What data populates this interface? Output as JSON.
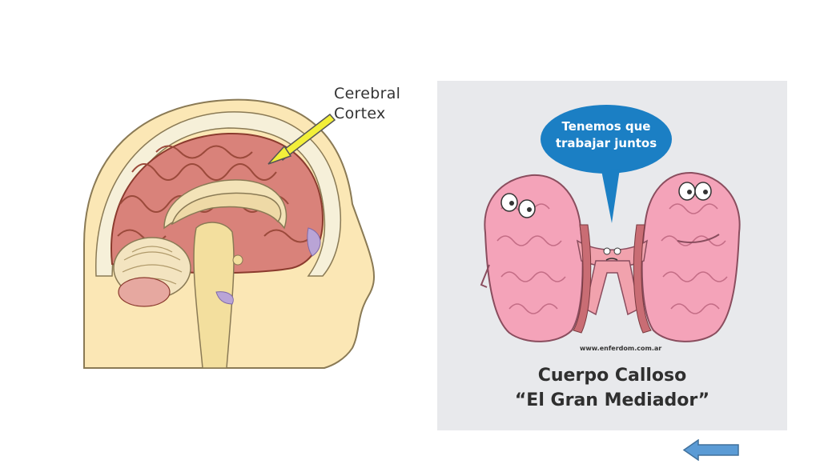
{
  "left_figure": {
    "label": "Cerebral\nCortex"
  },
  "right_figure": {
    "bubble_text": "Tenemos que\ntrabajar juntos",
    "credit": "www.enferdom.com.ar",
    "caption_line1": "Cuerpo Calloso",
    "caption_line2": "“El Gran Mediador”"
  },
  "colors": {
    "panel_bg": "#e8e9ec",
    "bubble": "#1b7fc4",
    "brain_pink": "#f4a3b9",
    "cortex_red": "#d9827a",
    "arrow_yellow": "#f2ef3a",
    "nav_arrow": "#5b9bd5"
  },
  "nav": {
    "back_icon": "arrow-left-icon"
  }
}
